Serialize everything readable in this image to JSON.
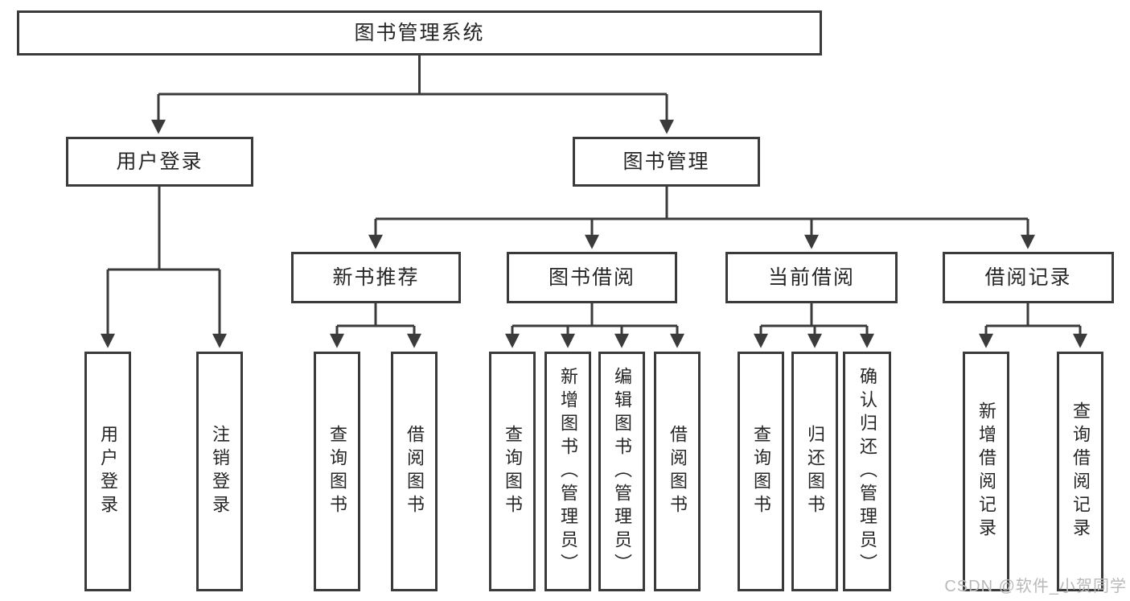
{
  "tree": {
    "root": {
      "label": "图书管理系统"
    },
    "branches": [
      {
        "label": "用户登录",
        "children": [
          {
            "label": "用户登录"
          },
          {
            "label": "注销登录"
          }
        ]
      },
      {
        "label": "图书管理",
        "children": [
          {
            "label": "新书推荐",
            "children": [
              {
                "label": "查询图书"
              },
              {
                "label": "借阅图书"
              }
            ]
          },
          {
            "label": "图书借阅",
            "children": [
              {
                "label": "查询图书"
              },
              {
                "label": "新增图书（管理员）"
              },
              {
                "label": "编辑图书（管理员）"
              },
              {
                "label": "借阅图书"
              }
            ]
          },
          {
            "label": "当前借阅",
            "children": [
              {
                "label": "查询图书"
              },
              {
                "label": "归还图书"
              },
              {
                "label": "确认归还（管理员）"
              }
            ]
          },
          {
            "label": "借阅记录",
            "children": [
              {
                "label": "新增借阅记录"
              },
              {
                "label": "查询借阅记录"
              }
            ]
          }
        ]
      }
    ]
  },
  "watermark": {
    "text": "CSDN @软件_小贺同学"
  },
  "colors": {
    "line": "#3b3b3b",
    "text": "#262626",
    "box_background": "#ffffff",
    "watermark": "#b9b9b9"
  }
}
